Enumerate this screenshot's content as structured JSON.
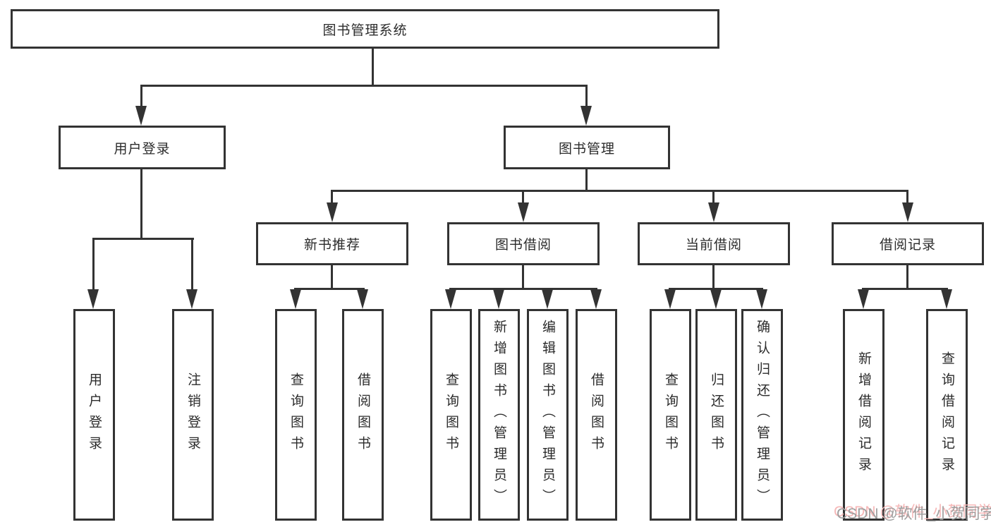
{
  "diagram": {
    "root": "图书管理系统",
    "branches": [
      {
        "label": "用户登录",
        "leaves": [
          "用户登录",
          "注销登录"
        ]
      },
      {
        "label": "图书管理",
        "sections": [
          {
            "label": "新书推荐",
            "leaves": [
              "查询图书",
              "借阅图书"
            ]
          },
          {
            "label": "图书借阅",
            "leaves": [
              "查询图书",
              "新增图书（管理员）",
              "编辑图书（管理员）",
              "借阅图书"
            ]
          },
          {
            "label": "当前借阅",
            "leaves": [
              "查询图书",
              "归还图书",
              "确认归还（管理员）"
            ]
          },
          {
            "label": "借阅记录",
            "leaves": [
              "新增借阅记录",
              "查询借阅记录"
            ]
          }
        ]
      }
    ]
  },
  "watermark": {
    "text": "CSDN @软件_小贺同学"
  },
  "colors": {
    "line": "#333333",
    "box_border": "#333333",
    "text": "#2b2b2b",
    "watermark_gray": "#9e9e9e",
    "watermark_pink": "#f6b8b8",
    "background": "#ffffff"
  }
}
